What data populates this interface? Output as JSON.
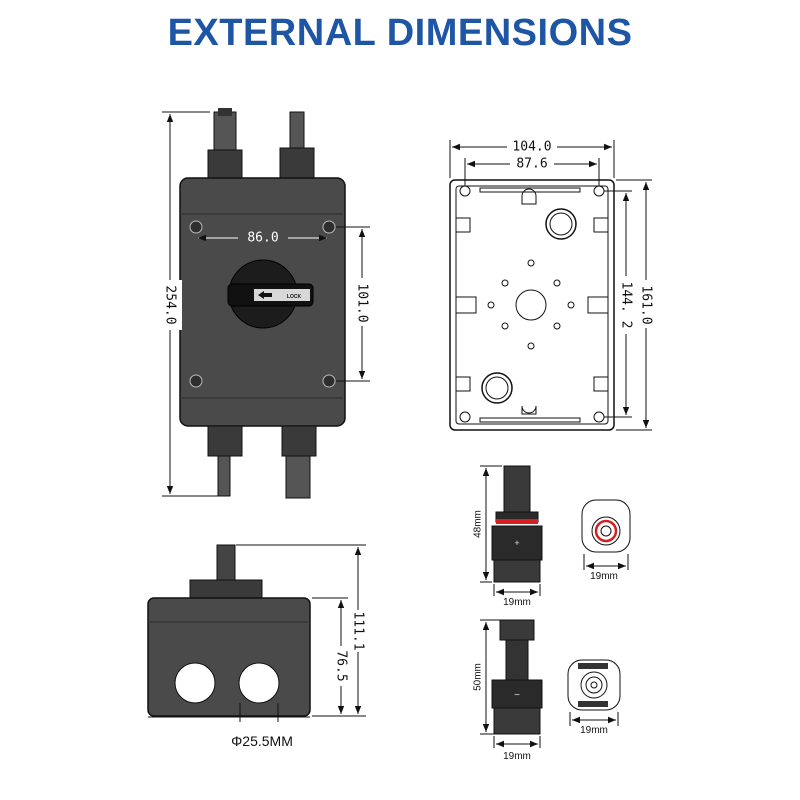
{
  "title": "EXTERNAL DIMENSIONS",
  "colors": {
    "title": "#1f55a5",
    "body": "#4a4a4a",
    "line": "#111111",
    "red": "#d42020"
  },
  "front": {
    "height": "254.0",
    "hole_spacing_h": "86.0",
    "hole_spacing_v": "101.0",
    "lock_label": "LOCK"
  },
  "back": {
    "width_outer": "104.0",
    "width_inner": "87.6",
    "height_outer": "161.0",
    "height_inner": "144. 2"
  },
  "side": {
    "height_total": "111.1",
    "height_body": "76.5",
    "hole_diameter": "Φ25.5MM"
  },
  "connector_male": {
    "length": "48mm",
    "width": "19mm",
    "end_width": "19mm"
  },
  "connector_female": {
    "length": "50mm",
    "width": "19mm",
    "end_width": "19mm"
  }
}
